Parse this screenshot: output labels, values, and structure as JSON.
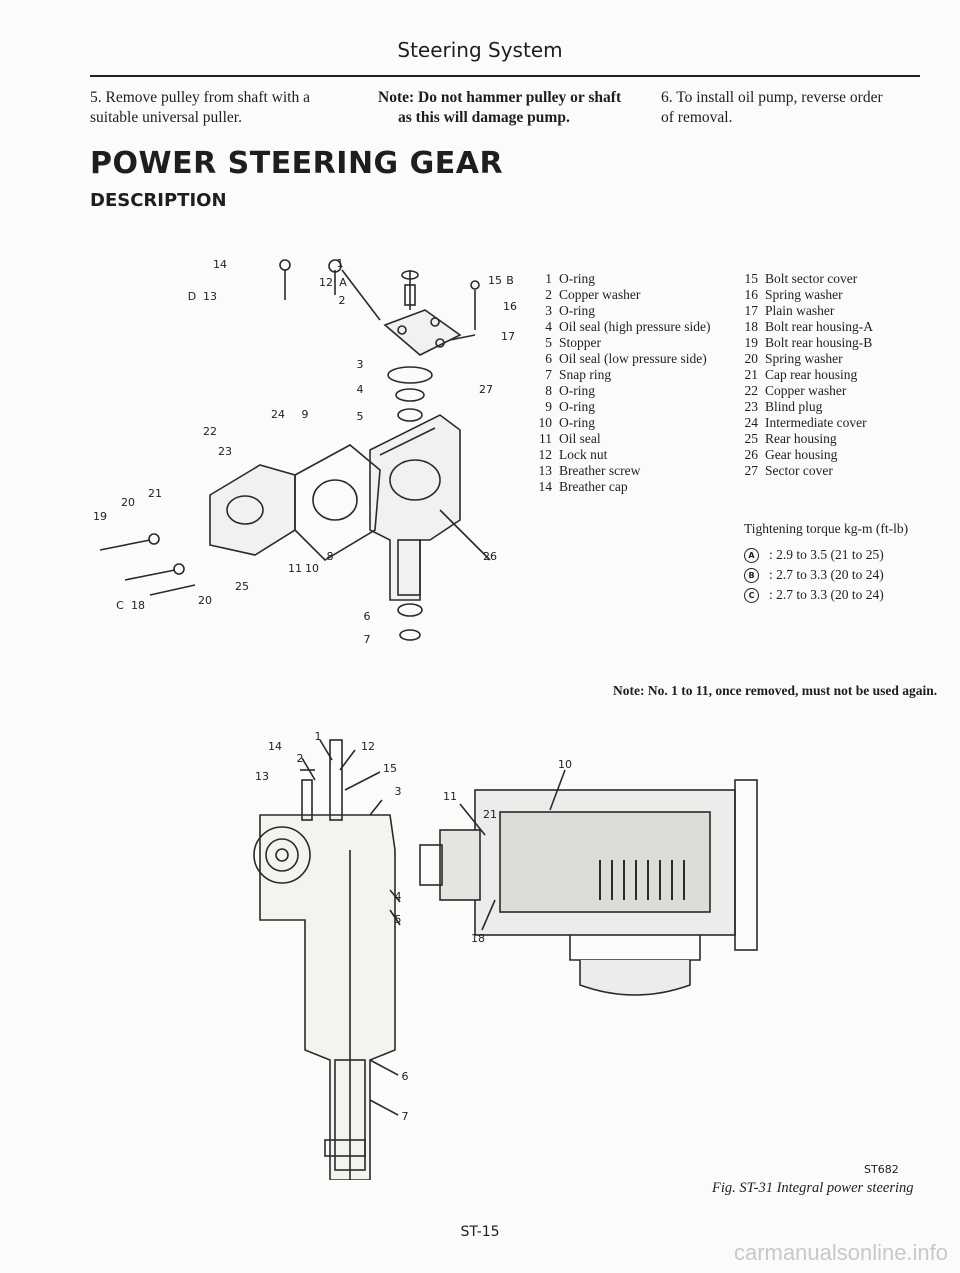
{
  "header": {
    "title": "Steering System"
  },
  "col1": {
    "text": "5.   Remove pulley from shaft with a suitable universal puller."
  },
  "col2": {
    "line1": "Note: Do not hammer pulley or shaft",
    "line2": "as this will damage pump."
  },
  "col3": {
    "line1": "6.   To install oil pump, reverse order",
    "line2": "of removal."
  },
  "section": {
    "title": "POWER STEERING GEAR",
    "subtitle": "DESCRIPTION"
  },
  "parts_left": [
    {
      "num": "1",
      "name": "O-ring"
    },
    {
      "num": "2",
      "name": "Copper washer"
    },
    {
      "num": "3",
      "name": "O-ring"
    },
    {
      "num": "4",
      "name": "Oil seal (high pressure side)"
    },
    {
      "num": "5",
      "name": "Stopper"
    },
    {
      "num": "6",
      "name": "Oil seal (low pressure side)"
    },
    {
      "num": "7",
      "name": "Snap ring"
    },
    {
      "num": "8",
      "name": "O-ring"
    },
    {
      "num": "9",
      "name": "O-ring"
    },
    {
      "num": "10",
      "name": "O-ring"
    },
    {
      "num": "11",
      "name": "Oil seal"
    },
    {
      "num": "12",
      "name": "Lock nut"
    },
    {
      "num": "13",
      "name": "Breather screw"
    },
    {
      "num": "14",
      "name": "Breather cap"
    }
  ],
  "parts_right": [
    {
      "num": "15",
      "name": "Bolt sector cover"
    },
    {
      "num": "16",
      "name": "Spring washer"
    },
    {
      "num": "17",
      "name": "Plain washer"
    },
    {
      "num": "18",
      "name": "Bolt rear housing-A"
    },
    {
      "num": "19",
      "name": "Bolt rear housing-B"
    },
    {
      "num": "20",
      "name": "Spring washer"
    },
    {
      "num": "21",
      "name": "Cap rear housing"
    },
    {
      "num": "22",
      "name": "Copper washer"
    },
    {
      "num": "23",
      "name": "Blind plug"
    },
    {
      "num": "24",
      "name": "Intermediate cover"
    },
    {
      "num": "25",
      "name": "Rear housing"
    },
    {
      "num": "26",
      "name": "Gear housing"
    },
    {
      "num": "27",
      "name": "Sector cover"
    }
  ],
  "torque": {
    "title": "Tightening torque  kg-m (ft-lb)",
    "rows": [
      {
        "mark": "A",
        "value": ":   2.9 to 3.5 (21 to 25)"
      },
      {
        "mark": "B",
        "value": ":   2.7 to 3.3 (20 to 24)"
      },
      {
        "mark": "C",
        "value": ":   2.7 to 3.3 (20 to 24)"
      }
    ]
  },
  "note": "Note:  No. 1 to 11, once removed, must not be used again.",
  "figure": {
    "code": "ST682",
    "caption": "Fig. ST-31  Integral power steering"
  },
  "page_number": "ST-15",
  "watermark": "carmanualsonline.info",
  "diagram_labels_top": [
    "1",
    "12",
    "A",
    "15",
    "B",
    "2",
    "16",
    "14",
    "13",
    "D",
    "17",
    "3",
    "27",
    "4",
    "5",
    "22",
    "24",
    "9",
    "23",
    "21",
    "20",
    "19",
    "11",
    "10",
    "8",
    "25",
    "26",
    "6",
    "7",
    "18",
    "20",
    "C"
  ],
  "diagram_labels_bottom": [
    "14",
    "1",
    "12",
    "13",
    "2",
    "15",
    "3",
    "11",
    "10",
    "21",
    "4",
    "5",
    "18",
    "6",
    "7"
  ]
}
